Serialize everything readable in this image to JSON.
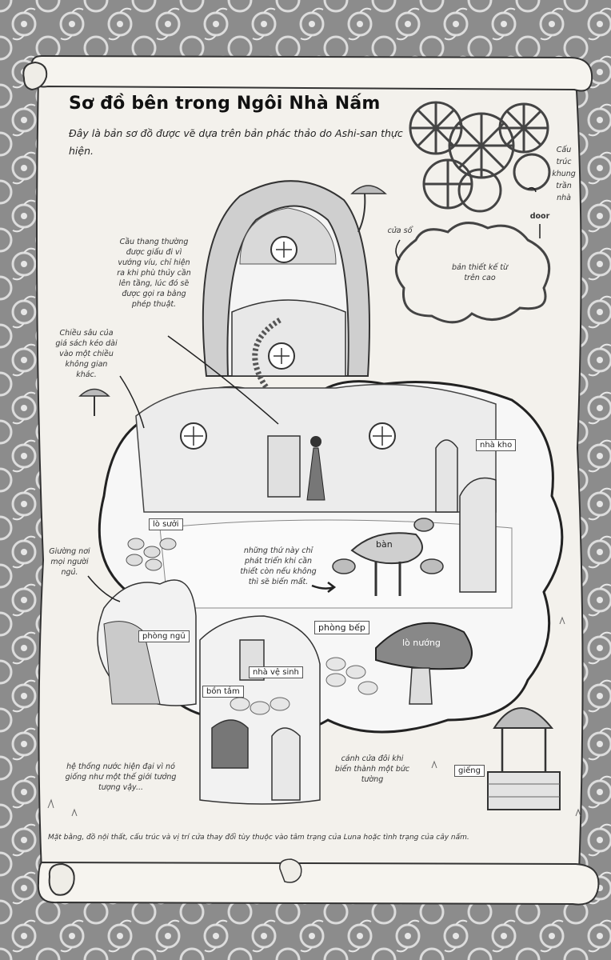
{
  "title": "Sơ đồ bên trong Ngôi Nhà Nấm",
  "subtitle": "Đây là bản sơ đồ được vẽ dựa trên bản phác thảo do Ashi-san thực hiện.",
  "ceiling_label": "Cấu trúc khung trần nhà",
  "top_view": {
    "window_label": "cửa sổ",
    "door_label": "door",
    "caption": "bản thiết kế từ trên cao"
  },
  "notes": {
    "stairs": "Cầu thang thường được giấu đi vì vướng víu, chỉ hiện ra khi phù thủy cần lên tầng, lúc đó sẽ được gọi ra bằng phép thuật.",
    "bookshelf": "Chiều sâu của giá sách kéo dài vào một chiều không gian khác.",
    "bed": "Giường nơi mọi người ngủ.",
    "furniture": "những thứ này chỉ phát triển khi cần thiết còn nếu không thì sẽ biến mất.",
    "water": "hệ thống nước hiện đại vì nó giống như một thế giới tưởng tượng vậy...",
    "double_door": "cánh cửa đôi khi biến thành một bức tường"
  },
  "rooms": {
    "storage": "nhà kho",
    "fireplace": "lò sưởi",
    "table": "bàn",
    "bedroom": "phòng ngủ",
    "kitchen": "phòng bếp",
    "oven": "lò nướng",
    "toilet": "nhà vệ sinh",
    "bathtub": "bồn tắm",
    "well": "giếng"
  },
  "footer": "Mặt bằng, đồ nội thất, cấu trúc và vị trí cửa thay đổi tùy thuộc vào tâm trạng của Luna hoặc tình trạng của cây nấm."
}
